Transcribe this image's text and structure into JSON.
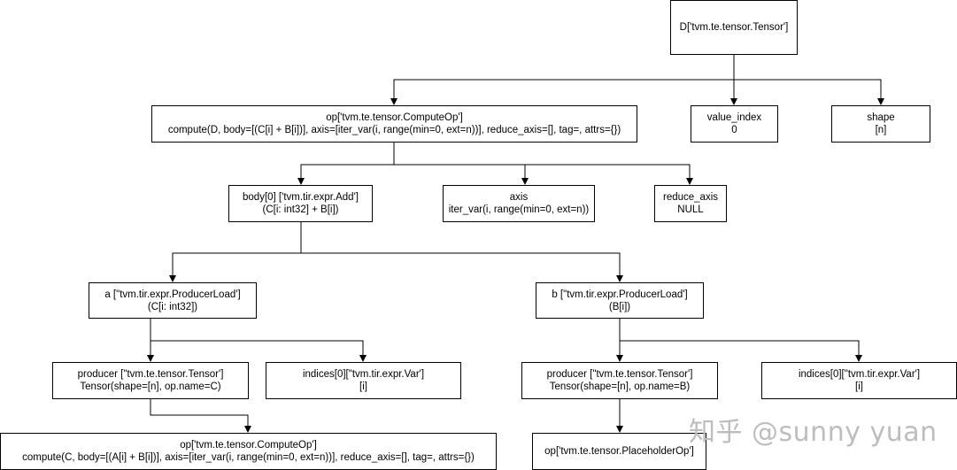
{
  "nodes": {
    "root_tensor": [
      "D['tvm.te.tensor.Tensor']"
    ],
    "op_d": [
      "op['tvm.te.tensor.ComputeOp']",
      "compute(D, body=[(C[i] + B[i])], axis=[iter_var(i, range(min=0, ext=n))], reduce_axis=[], tag=, attrs={})"
    ],
    "value_index": [
      "value_index",
      "0"
    ],
    "shape": [
      "shape",
      "[n]"
    ],
    "body0": [
      "body[0] ['tvm.tir.expr.Add']",
      "(C[i: int32] + B[i])"
    ],
    "axis": [
      "axis",
      "iter_var(i, range(min=0, ext=n))"
    ],
    "reduce_axis": [
      "reduce_axis",
      "NULL"
    ],
    "load_a": [
      "a [\"tvm.tir.expr.ProducerLoad']",
      "(C[i: int32])"
    ],
    "load_b": [
      "b [\"tvm.tir.expr.ProducerLoad']",
      "(B[i])"
    ],
    "producer_c": [
      "producer [\"tvm.te.tensor.Tensor']",
      "Tensor(shape=[n], op.name=C)"
    ],
    "indices_a": [
      "indices[0][\"tvm.tir.expr.Var']",
      "[i]"
    ],
    "producer_b": [
      "producer [\"tvm.te.tensor.Tensor']",
      "Tensor(shape=[n], op.name=B)"
    ],
    "indices_b": [
      "indices[0][\"tvm.tir.expr.Var']",
      "[i]"
    ],
    "op_c": [
      "op['tvm.te.tensor.ComputeOp']",
      "compute(C, body=[(A[i] + B[i])], axis=[iter_var(i, range(min=0, ext=n))], reduce_axis=[], tag=, attrs={})"
    ],
    "op_b": [
      "op['tvm.te.tensor.PlaceholderOp']"
    ]
  },
  "watermark": "知乎 @sunny yuan"
}
